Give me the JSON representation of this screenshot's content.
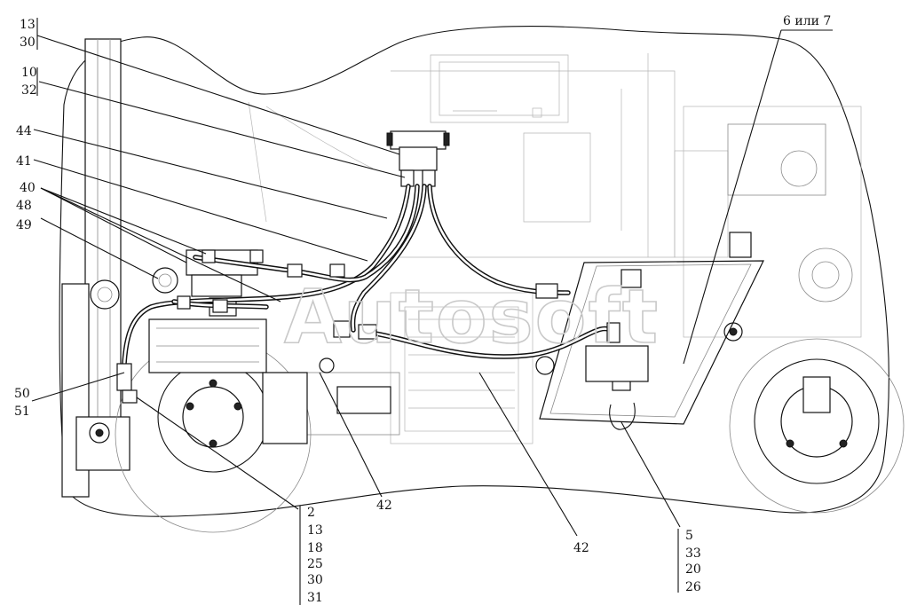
{
  "watermark": "Autosoft",
  "labels": {
    "top_left_group1": [
      "13",
      "30"
    ],
    "top_left_group2": [
      "10",
      "32"
    ],
    "left_44": "44",
    "left_41": "41",
    "left_40": "40",
    "left_48": "48",
    "left_49": "49",
    "left_50": "50",
    "left_51": "51",
    "top_right": "6 или 7",
    "bottom_42_a": "42",
    "bottom_42_b": "42",
    "bottom_group_center": [
      "2",
      "13",
      "18",
      "25",
      "30",
      "31"
    ],
    "bottom_group_right": [
      "5",
      "33",
      "20",
      "26"
    ]
  }
}
